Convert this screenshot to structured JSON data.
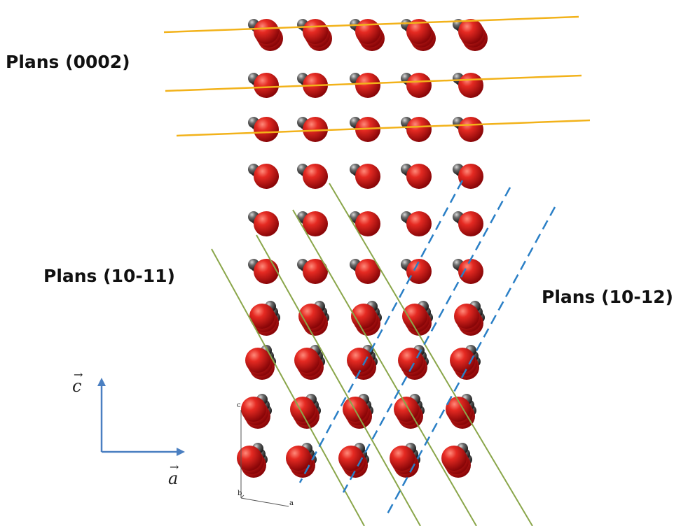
{
  "labels": {
    "planes_0002": "Plans (0002)",
    "planes_1011": "Plans (10-11)",
    "planes_1012": "Plans (10-12)"
  },
  "vectors": {
    "c": "c",
    "a": "a"
  },
  "cell_axes": {
    "c": "c",
    "b": "b",
    "a": "a"
  },
  "colors": {
    "oxygen": "#d81416",
    "carbon": "#3a3a3a",
    "basal_plane_line": "#f2b21a",
    "plane_1011_line": "#8aa64a",
    "plane_1012_line": "#2a7fc6",
    "axis_arrow": "#4a7fc1"
  },
  "lattice": {
    "rows": 10,
    "columns": 5
  }
}
